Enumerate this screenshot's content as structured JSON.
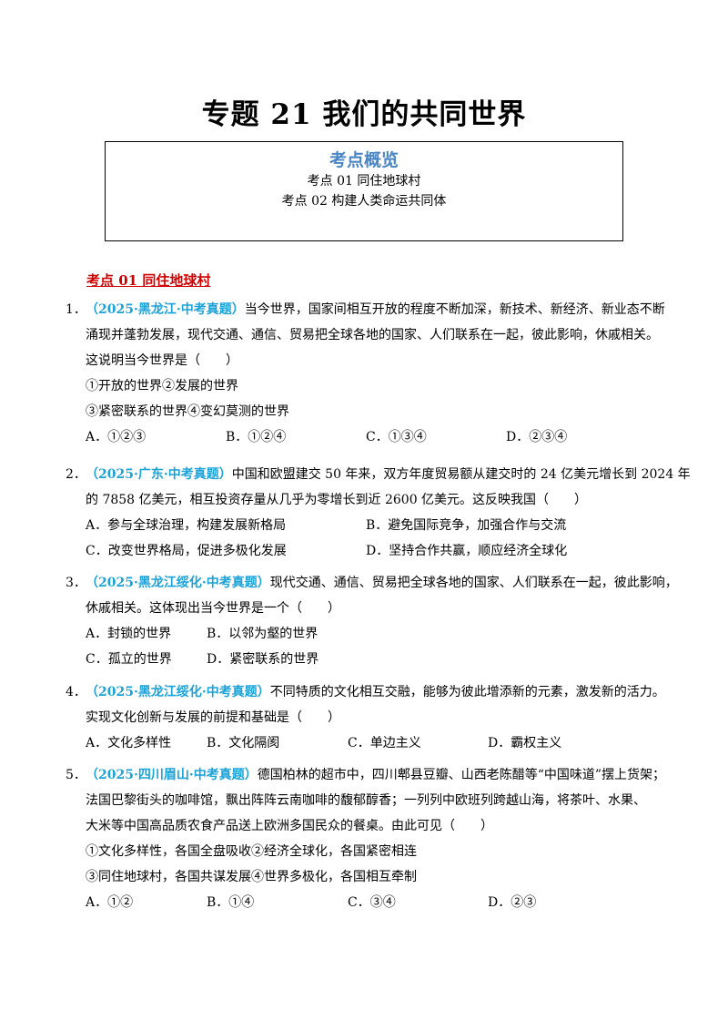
{
  "title": "专题 21 我们的共同世界",
  "overview": {
    "heading": "考点概览",
    "items": [
      "考点 01  同住地球村",
      "考点 02  构建人类命运共同体"
    ]
  },
  "section_title": "考点 01  同住地球村",
  "questions": [
    {
      "num": "1．",
      "source": "（2025·黑龙江·中考真题）",
      "first": "当今世界，国家间相互开放的程度不断加深，新技术、新经济、新业态不断",
      "rest": [
        "涌现并蓬勃发展，现代交通、通信、贸易把全球各地的国家、人们联系在一起，彼此影响，休戚相关。",
        "这说明当今世界是（　　）",
        "①开放的世界②发展的世界",
        "③紧密联系的世界④变幻莫测的世界"
      ],
      "options": [
        "A．①②③",
        "B．①②④",
        "C．①③④",
        "D．②③④"
      ]
    },
    {
      "num": "2．",
      "source": "（2025·广东·中考真题）",
      "first": "中国和欧盟建交 50 年来，双方年度贸易额从建交时的 24 亿美元增长到 2024 年",
      "rest": [
        "的 7858 亿美元，相互投资存量从几乎为零增长到近 2600 亿美元。这反映我国（　　）"
      ],
      "options": [
        "A．参与全球治理，构建发展新格局",
        "B．避免国际竞争，加强合作与交流",
        "C．改变世界格局，促进多极化发展",
        "D．坚持合作共赢，顺应经济全球化"
      ]
    },
    {
      "num": "3．",
      "source": "（2025·黑龙江绥化·中考真题）",
      "first": "现代交通、通信、贸易把全球各地的国家、人们联系在一起，彼此影响，",
      "rest": [
        "休戚相关。这体现出当今世界是一个（　　）"
      ],
      "options": [
        "A．封锁的世界",
        "B．以邻为壑的世界",
        "C．孤立的世界",
        "D．紧密联系的世界"
      ]
    },
    {
      "num": "4．",
      "source": "（2025·黑龙江绥化·中考真题）",
      "first": "不同特质的文化相互交融，能够为彼此增添新的元素，激发新的活力。",
      "rest": [
        "实现文化创新与发展的前提和基础是（　　）"
      ],
      "options": [
        "A．文化多样性",
        "B．文化隔阂",
        "C．单边主义",
        "D．霸权主义"
      ]
    },
    {
      "num": "5．",
      "source": "（2025·四川眉山·中考真题）",
      "first": "德国柏林的超市中，四川郫县豆瓣、山西老陈醋等“中国味道”摆上货架；",
      "rest": [
        "法国巴黎街头的咖啡馆，飘出阵阵云南咖啡的馥郁醇香；一列列中欧班列跨越山海，将茶叶、水果、",
        "大米等中国高品质农食产品送上欧洲多国民众的餐桌。由此可见（　　）",
        "①文化多样性，各国全盘吸收②经济全球化，各国紧密相连",
        "③同住地球村，各国共谋发展④世界多极化，各国相互牵制"
      ],
      "options": [
        "A．①②",
        "B．①④",
        "C．③④",
        "D．②③"
      ]
    }
  ]
}
